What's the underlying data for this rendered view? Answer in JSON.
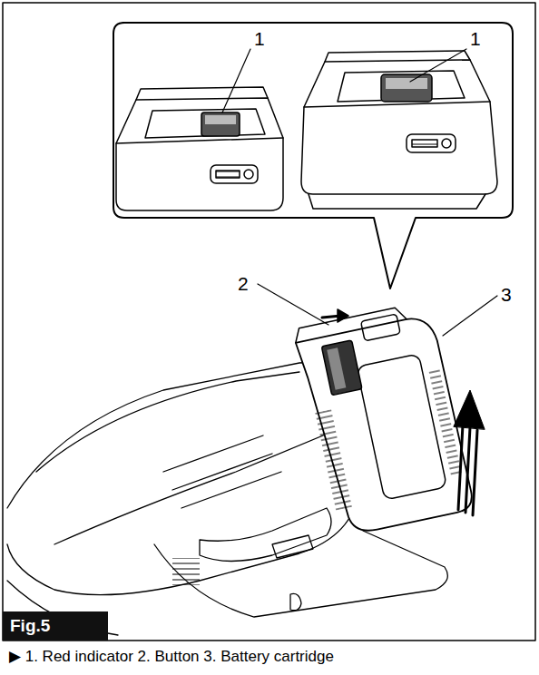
{
  "diagram": {
    "caption": "▶ 1. Red indicator 2. Button 3. Battery cartridge",
    "nodes": [
      {
        "text": [
          "Fig.5"
        ]
      }
    ],
    "labels": [
      "1",
      "1",
      "2",
      "3"
    ]
  }
}
